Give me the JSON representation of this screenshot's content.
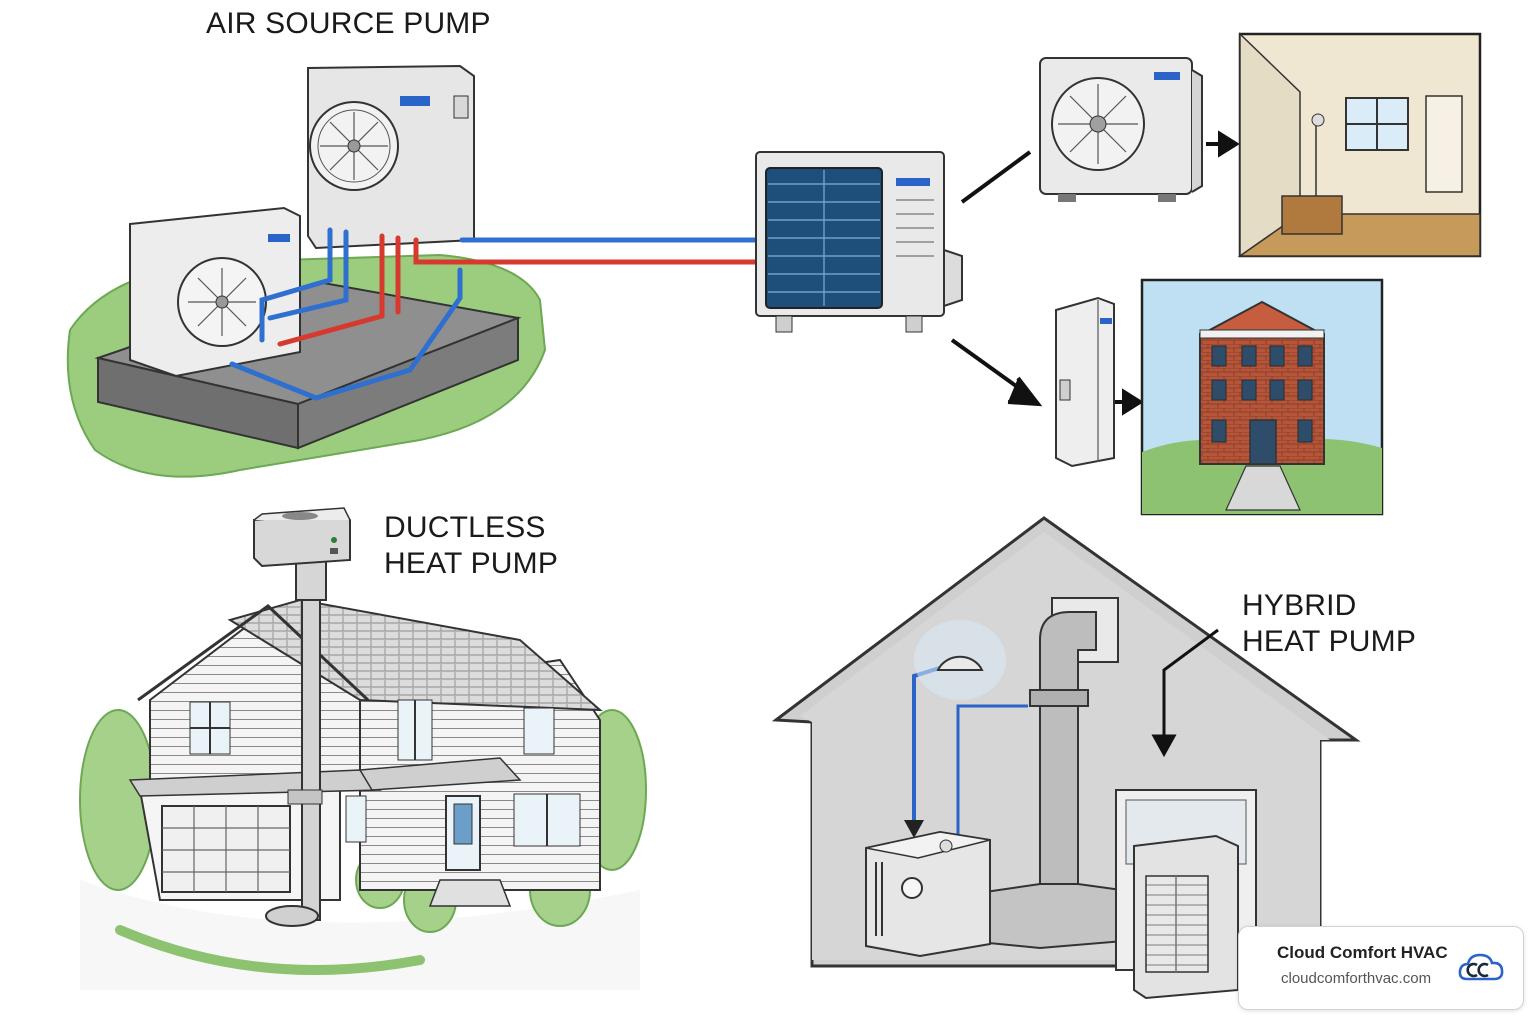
{
  "labels": {
    "air_source": "AIR SOURCE PUMP",
    "ductless_line1": "DUCTLESS",
    "ductless_line2": "HEAT PUMP",
    "hybrid_line1": "HYBRID",
    "hybrid_line2": "HEAT PUMP"
  },
  "brand": {
    "name": "Cloud Comfort HVAC",
    "url": "cloudcomforthvac.com",
    "logo_icon": "cloud-cc-logo-icon"
  },
  "colors": {
    "pipe_hot": "#d63a2e",
    "pipe_cold": "#2f6fcf",
    "grass": "#8cc270",
    "brick": "#b5553a",
    "sky": "#bfe0f2",
    "accent_blue": "#2a64c8"
  }
}
